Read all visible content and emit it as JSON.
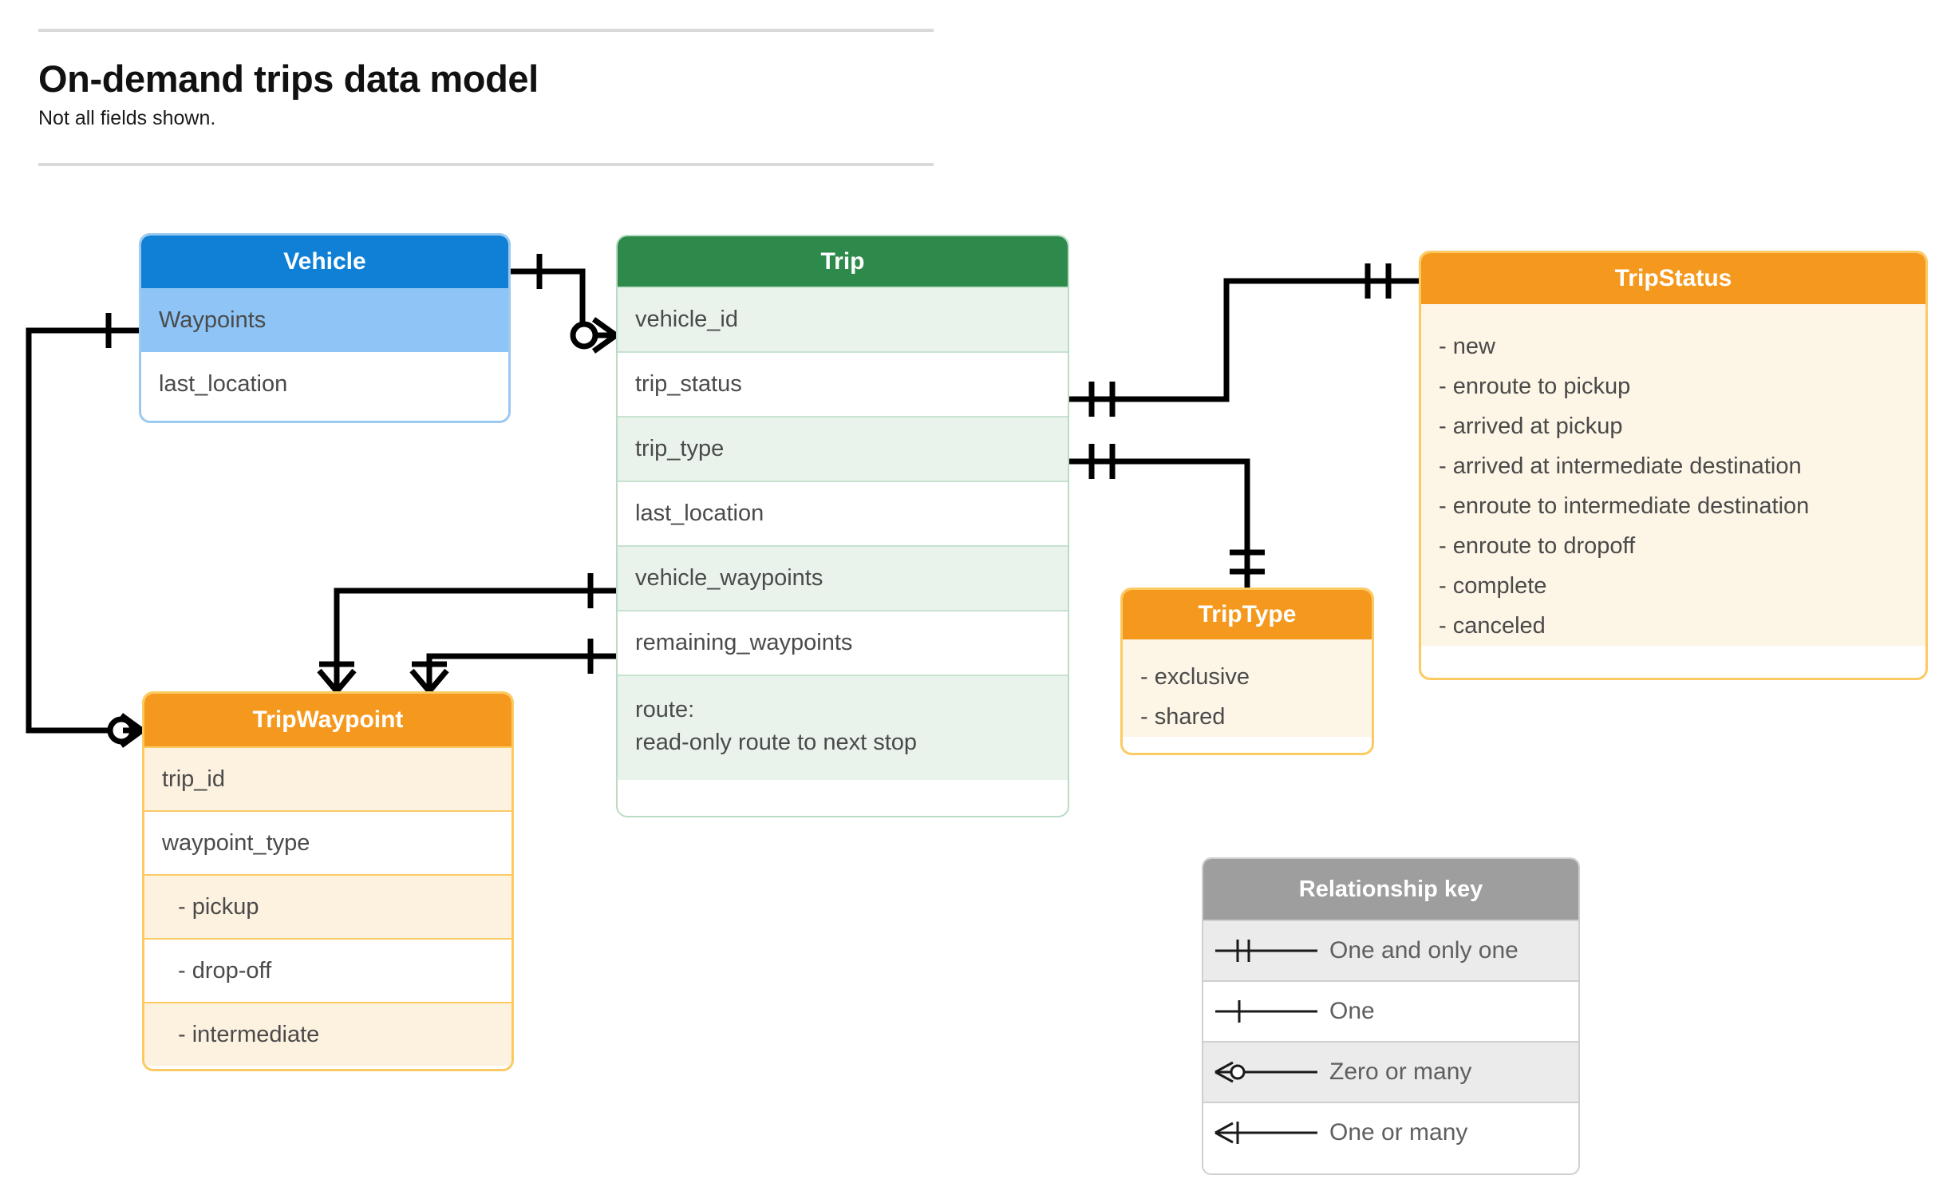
{
  "header": {
    "title": "On-demand trips data model",
    "subtitle": "Not all fields shown."
  },
  "entities": {
    "vehicle": {
      "name": "Vehicle",
      "header_color": "#0f80d6",
      "fields": [
        {
          "label": "Waypoints"
        },
        {
          "label": "last_location"
        }
      ]
    },
    "trip": {
      "name": "Trip",
      "header_color": "#2e8a4b",
      "fields": [
        {
          "label": "vehicle_id"
        },
        {
          "label": "trip_status"
        },
        {
          "label": "trip_type"
        },
        {
          "label": "last_location"
        },
        {
          "label": "vehicle_waypoints"
        },
        {
          "label": "remaining_waypoints"
        }
      ],
      "route_line1": "route:",
      "route_line2": "read-only route to next stop"
    },
    "trip_status": {
      "name": "TripStatus",
      "header_color": "#f5991e",
      "values": [
        "- new",
        "- enroute to pickup",
        "- arrived at pickup",
        "- arrived at intermediate destination",
        "- enroute to intermediate destination",
        "- enroute to dropoff",
        "- complete",
        "- canceled"
      ]
    },
    "trip_type": {
      "name": "TripType",
      "header_color": "#f5991e",
      "values": [
        "- exclusive",
        "- shared"
      ]
    },
    "trip_waypoint": {
      "name": "TripWaypoint",
      "header_color": "#f5991e",
      "fields": [
        {
          "label": "trip_id"
        },
        {
          "label": "waypoint_type"
        },
        {
          "label": "-  pickup"
        },
        {
          "label": "-  drop-off"
        },
        {
          "label": "-  intermediate"
        }
      ]
    }
  },
  "legend": {
    "title": "Relationship key",
    "rows": [
      {
        "symbol": "one-and-only-one",
        "label": "One and only one"
      },
      {
        "symbol": "one",
        "label": "One"
      },
      {
        "symbol": "zero-or-many",
        "label": "Zero or many"
      },
      {
        "symbol": "one-or-many",
        "label": "One or many"
      }
    ]
  },
  "relationships": [
    {
      "from": "Vehicle",
      "to": "Trip.vehicle_id",
      "from_card": "one",
      "to_card": "zero-or-many"
    },
    {
      "from": "Vehicle.Waypoints",
      "to": "TripWaypoint",
      "from_card": "one",
      "to_card": "zero-or-many"
    },
    {
      "from": "Trip.trip_status",
      "to": "TripStatus",
      "from_card": "one-and-only-one",
      "to_card": "one-and-only-one"
    },
    {
      "from": "Trip.trip_type",
      "to": "TripType",
      "from_card": "one-and-only-one",
      "to_card": "one-and-only-one"
    },
    {
      "from": "Trip.vehicle_waypoints",
      "to": "TripWaypoint",
      "from_card": "one",
      "to_card": "one-or-many"
    },
    {
      "from": "Trip.remaining_waypoints",
      "to": "TripWaypoint",
      "from_card": "one",
      "to_card": "one-or-many"
    }
  ]
}
